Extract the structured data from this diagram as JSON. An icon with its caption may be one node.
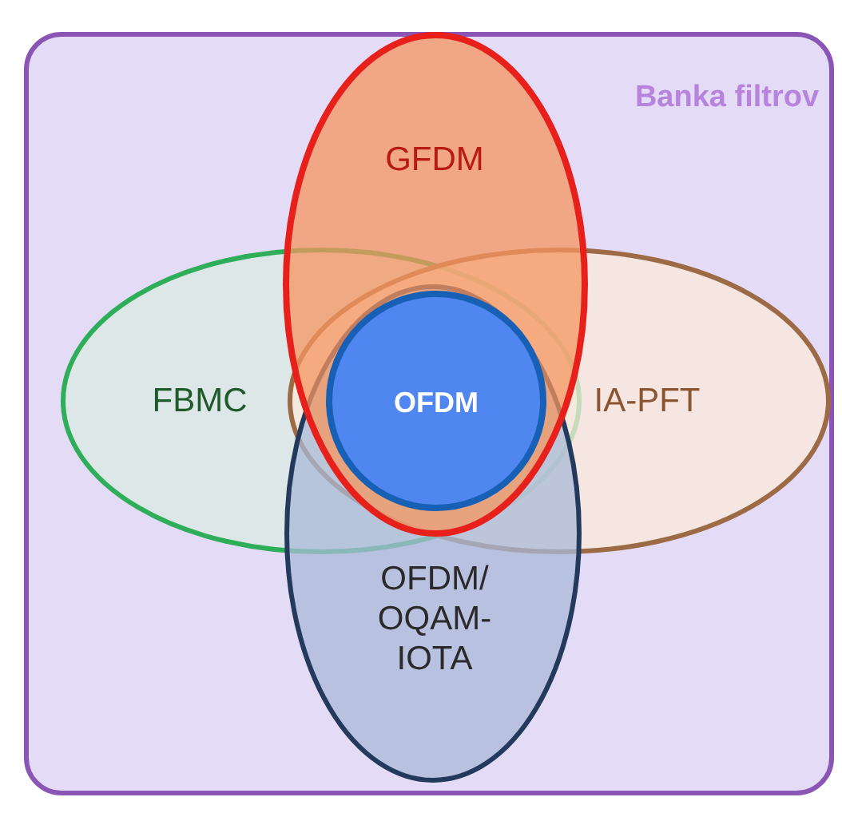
{
  "diagram": {
    "nodes": [
      {
        "text": [
          "Banka filtrov"
        ]
      },
      {
        "text": [
          "GFDM"
        ],
        "in": 0
      },
      {
        "text": [
          "FBMC"
        ],
        "in": 0
      },
      {
        "text": [
          "IA-PFT"
        ],
        "in": 0
      },
      {
        "text": [
          "OFDM/ OQAM- IOTA"
        ],
        "in": 0
      },
      {
        "text": [
          "OFDM"
        ]
      }
    ]
  }
}
